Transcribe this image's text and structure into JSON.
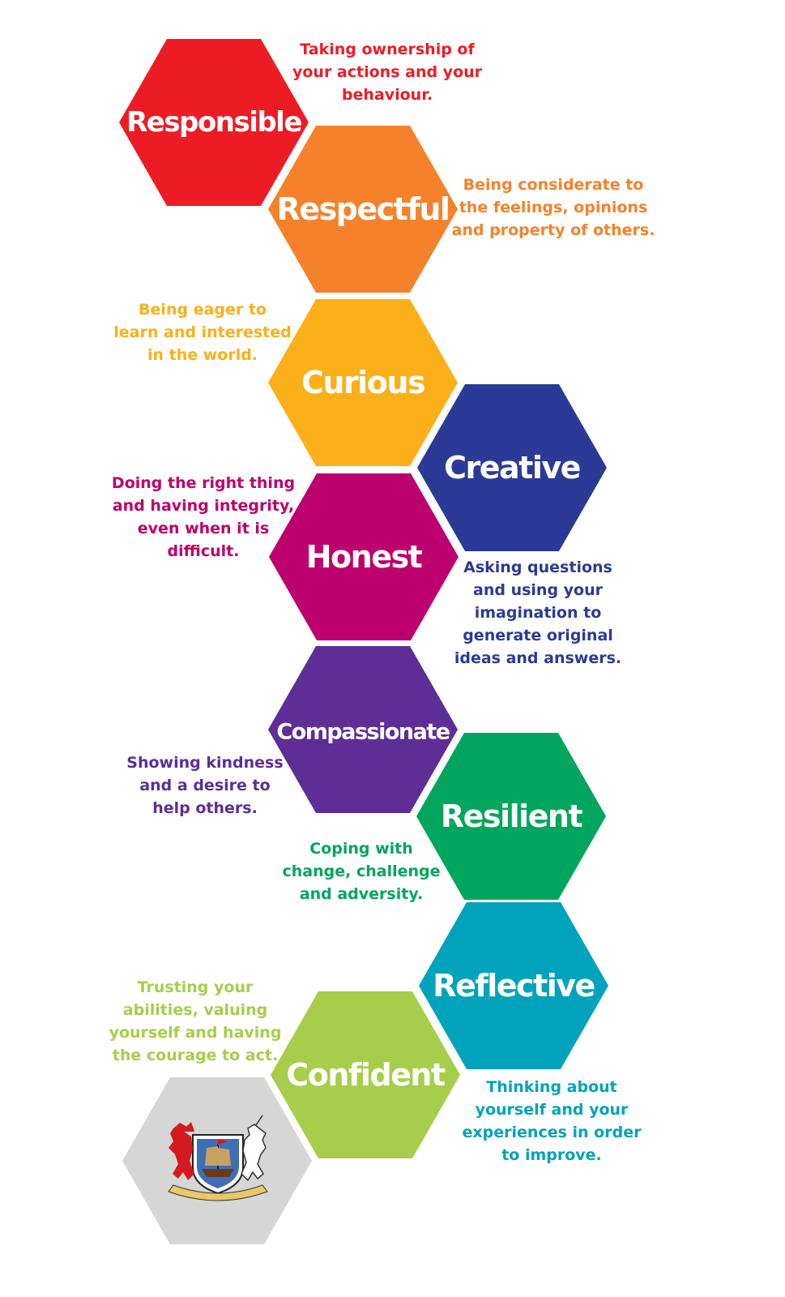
{
  "values": [
    {
      "key": "responsible",
      "title": "Responsible",
      "description": "Taking ownership of\nyour actions and your\nbehaviour.",
      "color": "#ed1c24"
    },
    {
      "key": "respectful",
      "title": "Respectful",
      "description": "Being considerate to\nthe feelings, opinions\nand property of others.",
      "color": "#f5822a"
    },
    {
      "key": "curious",
      "title": "Curious",
      "description": "Being eager to\nlearn and interested\nin the world.",
      "color": "#fbb01a"
    },
    {
      "key": "creative",
      "title": "Creative",
      "description": "Asking questions\nand using your\nimagination to\ngenerate original\nideas and answers.",
      "color": "#2b3a96"
    },
    {
      "key": "honest",
      "title": "Honest",
      "description": "Doing the right thing\nand having integrity,\neven when it is\ndifficult.",
      "color": "#bc006d"
    },
    {
      "key": "compassionate",
      "title": "Compassionate",
      "description": "Showing kindness\nand a desire to\nhelp others.",
      "color": "#5e2d96"
    },
    {
      "key": "resilient",
      "title": "Resilient",
      "description": "Coping with\nchange, challenge\nand adversity.",
      "color": "#00a65e"
    },
    {
      "key": "reflective",
      "title": "Reflective",
      "description": "Thinking about\nyourself and your\nexperiences in order\nto improve.",
      "color": "#00a3bb"
    },
    {
      "key": "confident",
      "title": "Confident",
      "description": "Trusting your\nabilities, valuing\nyourself and having\nthe courage to act.",
      "color": "#a6ce4b"
    }
  ],
  "crest": {
    "fill_color": "#d6d6d6",
    "icon": "school-crest-icon",
    "dragon_color": "#d4191f",
    "unicorn_color": "#ffffff",
    "ribbon_color": "#e8c868"
  }
}
